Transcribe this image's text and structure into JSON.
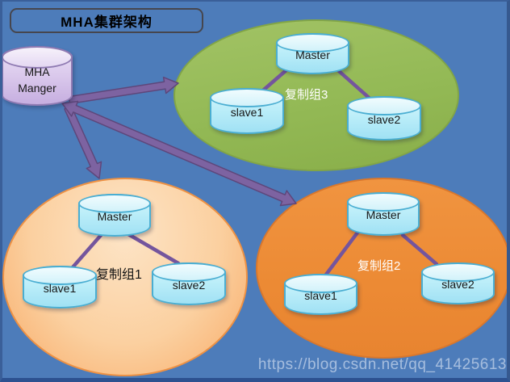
{
  "title": "MHA集群架构",
  "manager": {
    "line1": "MHA",
    "line2": "Manger"
  },
  "groups": [
    {
      "label": "复制组3",
      "master": "Master",
      "slave1": "slave1",
      "slave2": "slave2"
    },
    {
      "label": "复制组1",
      "master": "Master",
      "slave1": "slave1",
      "slave2": "slave2"
    },
    {
      "label": "复制组2",
      "master": "Master",
      "slave1": "slave1",
      "slave2": "slave2"
    }
  ],
  "watermark": "https://blog.csdn.net/qq_41425613",
  "colors": {
    "background": "#4d7cba",
    "frame": "#2d5190",
    "group3_fill": "#93b955",
    "group1_fill": "#fbd0a0",
    "group2_fill": "#ec8a34",
    "arrow": "#7d63a1",
    "db_cylinder": "#bceef9",
    "manager_cylinder": "#dccbed"
  }
}
